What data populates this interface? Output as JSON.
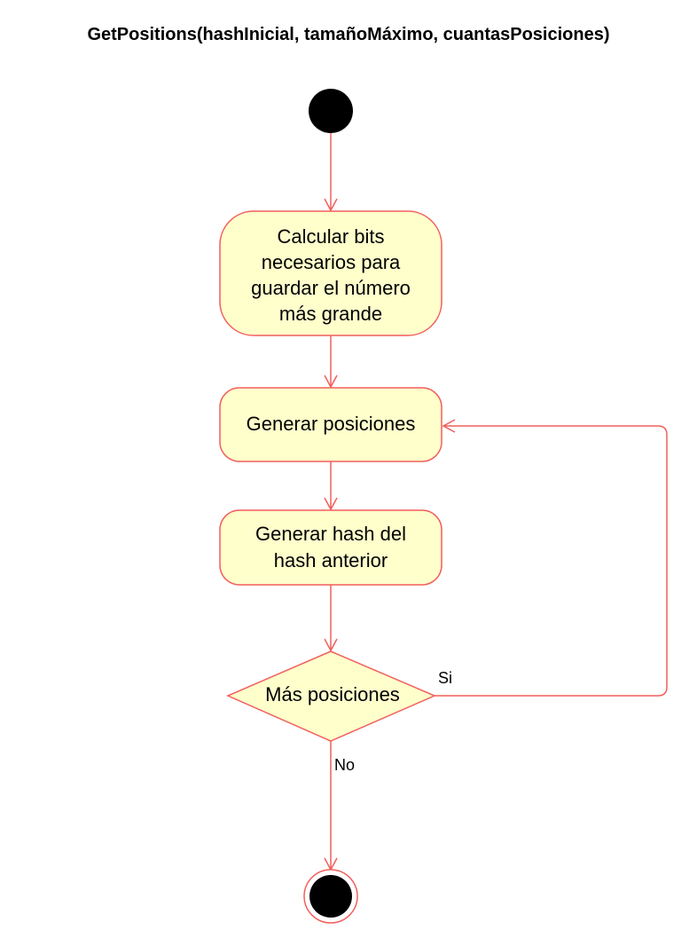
{
  "diagram": {
    "title": "GetPositions(hashInicial, tamañoMáximo, cuantasPosiciones)",
    "colors": {
      "stroke": "#f25f5c",
      "fill": "#ffffcc",
      "node": "#000000"
    },
    "nodes": {
      "start": {
        "type": "initial"
      },
      "calc_bits": {
        "type": "action",
        "lines": [
          "Calcular bits",
          "necesarios para",
          "guardar el número",
          "más grande"
        ]
      },
      "gen_pos": {
        "type": "action",
        "lines": [
          "Generar posiciones"
        ]
      },
      "gen_hash": {
        "type": "action",
        "lines": [
          "Generar hash del",
          "hash anterior"
        ]
      },
      "decision": {
        "type": "decision",
        "label": "Más posiciones"
      },
      "end": {
        "type": "final"
      }
    },
    "edges": {
      "loop_label": "Si",
      "exit_label": "No"
    }
  }
}
